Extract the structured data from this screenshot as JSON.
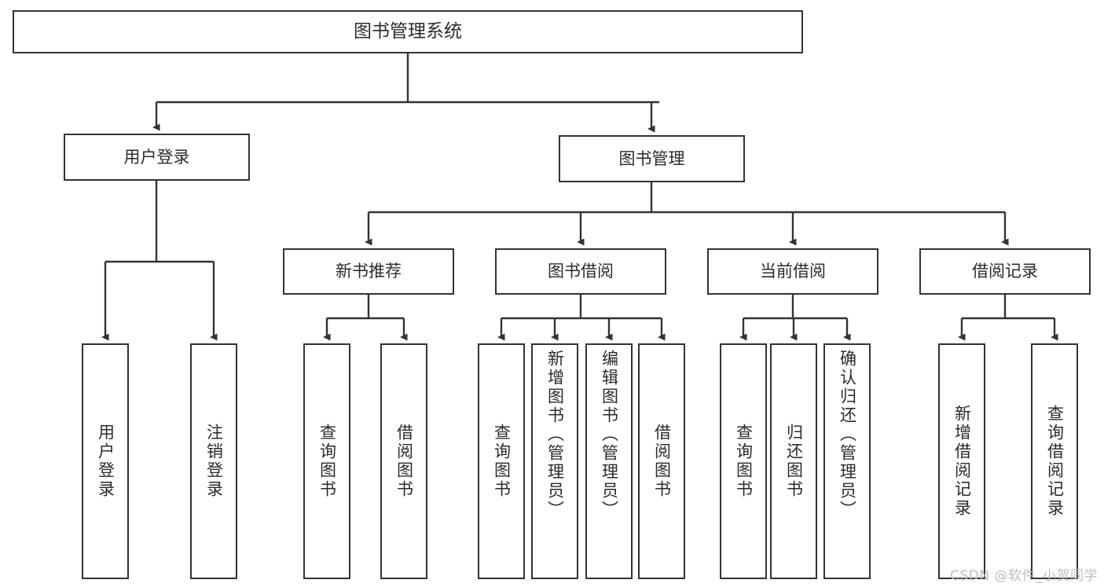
{
  "diagram": {
    "title": "图书管理系统",
    "watermark": "CSDN @软件_小贺同学",
    "line_color": "#333333",
    "box_fill": "#ffffff",
    "text_color": "#2b2b2b",
    "watermark_color": "#bdbdbd",
    "nodes": {
      "root": "图书管理系统",
      "level2": {
        "user_login": "用户登录",
        "book_manage": "图书管理"
      },
      "level3": {
        "new_book_rec": "新书推荐",
        "book_borrow": "图书借阅",
        "current_borrow": "当前借阅",
        "borrow_record": "借阅记录"
      },
      "leaves": {
        "user_login_1": "用户登录",
        "user_login_2": "注销登录",
        "new_book_rec_1": "查询图书",
        "new_book_rec_2": "借阅图书",
        "book_borrow_1": "查询图书",
        "book_borrow_2": "新增图书（管理员）",
        "book_borrow_3": "编辑图书（管理员）",
        "book_borrow_4": "借阅图书",
        "current_borrow_1": "查询图书",
        "current_borrow_2": "归还图书",
        "current_borrow_3": "确认归还（管理员）",
        "borrow_record_1": "新增借阅记录",
        "borrow_record_2": "查询借阅记录"
      }
    }
  }
}
